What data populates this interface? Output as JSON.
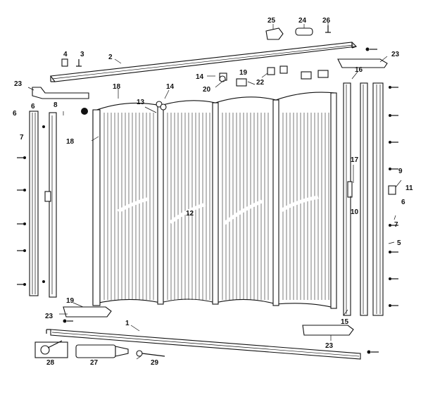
{
  "diagram": {
    "callouts": [
      {
        "id": "c1",
        "text": "1"
      },
      {
        "id": "c2",
        "text": "2"
      },
      {
        "id": "c3",
        "text": "3"
      },
      {
        "id": "c4",
        "text": "4"
      },
      {
        "id": "c5",
        "text": "5"
      },
      {
        "id": "c6a",
        "text": "6"
      },
      {
        "id": "c6b",
        "text": "6"
      },
      {
        "id": "c6c",
        "text": "6"
      },
      {
        "id": "c7a",
        "text": "7"
      },
      {
        "id": "c7b",
        "text": "7"
      },
      {
        "id": "c8",
        "text": "8"
      },
      {
        "id": "c9",
        "text": "9"
      },
      {
        "id": "c10",
        "text": "10"
      },
      {
        "id": "c11",
        "text": "11"
      },
      {
        "id": "c12",
        "text": "12"
      },
      {
        "id": "c13",
        "text": "13"
      },
      {
        "id": "c14a",
        "text": "14"
      },
      {
        "id": "c14b",
        "text": "14"
      },
      {
        "id": "c15",
        "text": "15"
      },
      {
        "id": "c16",
        "text": "16"
      },
      {
        "id": "c17",
        "text": "17"
      },
      {
        "id": "c18a",
        "text": "18"
      },
      {
        "id": "c18b",
        "text": "18"
      },
      {
        "id": "c19a",
        "text": "19"
      },
      {
        "id": "c19b",
        "text": "19"
      },
      {
        "id": "c20",
        "text": "20"
      },
      {
        "id": "c22",
        "text": "22"
      },
      {
        "id": "c23a",
        "text": "23"
      },
      {
        "id": "c23b",
        "text": "23"
      },
      {
        "id": "c23c",
        "text": "23"
      },
      {
        "id": "c23d",
        "text": "23"
      },
      {
        "id": "c24",
        "text": "24"
      },
      {
        "id": "c25",
        "text": "25"
      },
      {
        "id": "c26",
        "text": "26"
      },
      {
        "id": "c27",
        "text": "27"
      },
      {
        "id": "c28",
        "text": "28"
      },
      {
        "id": "c29",
        "text": "29"
      }
    ]
  }
}
